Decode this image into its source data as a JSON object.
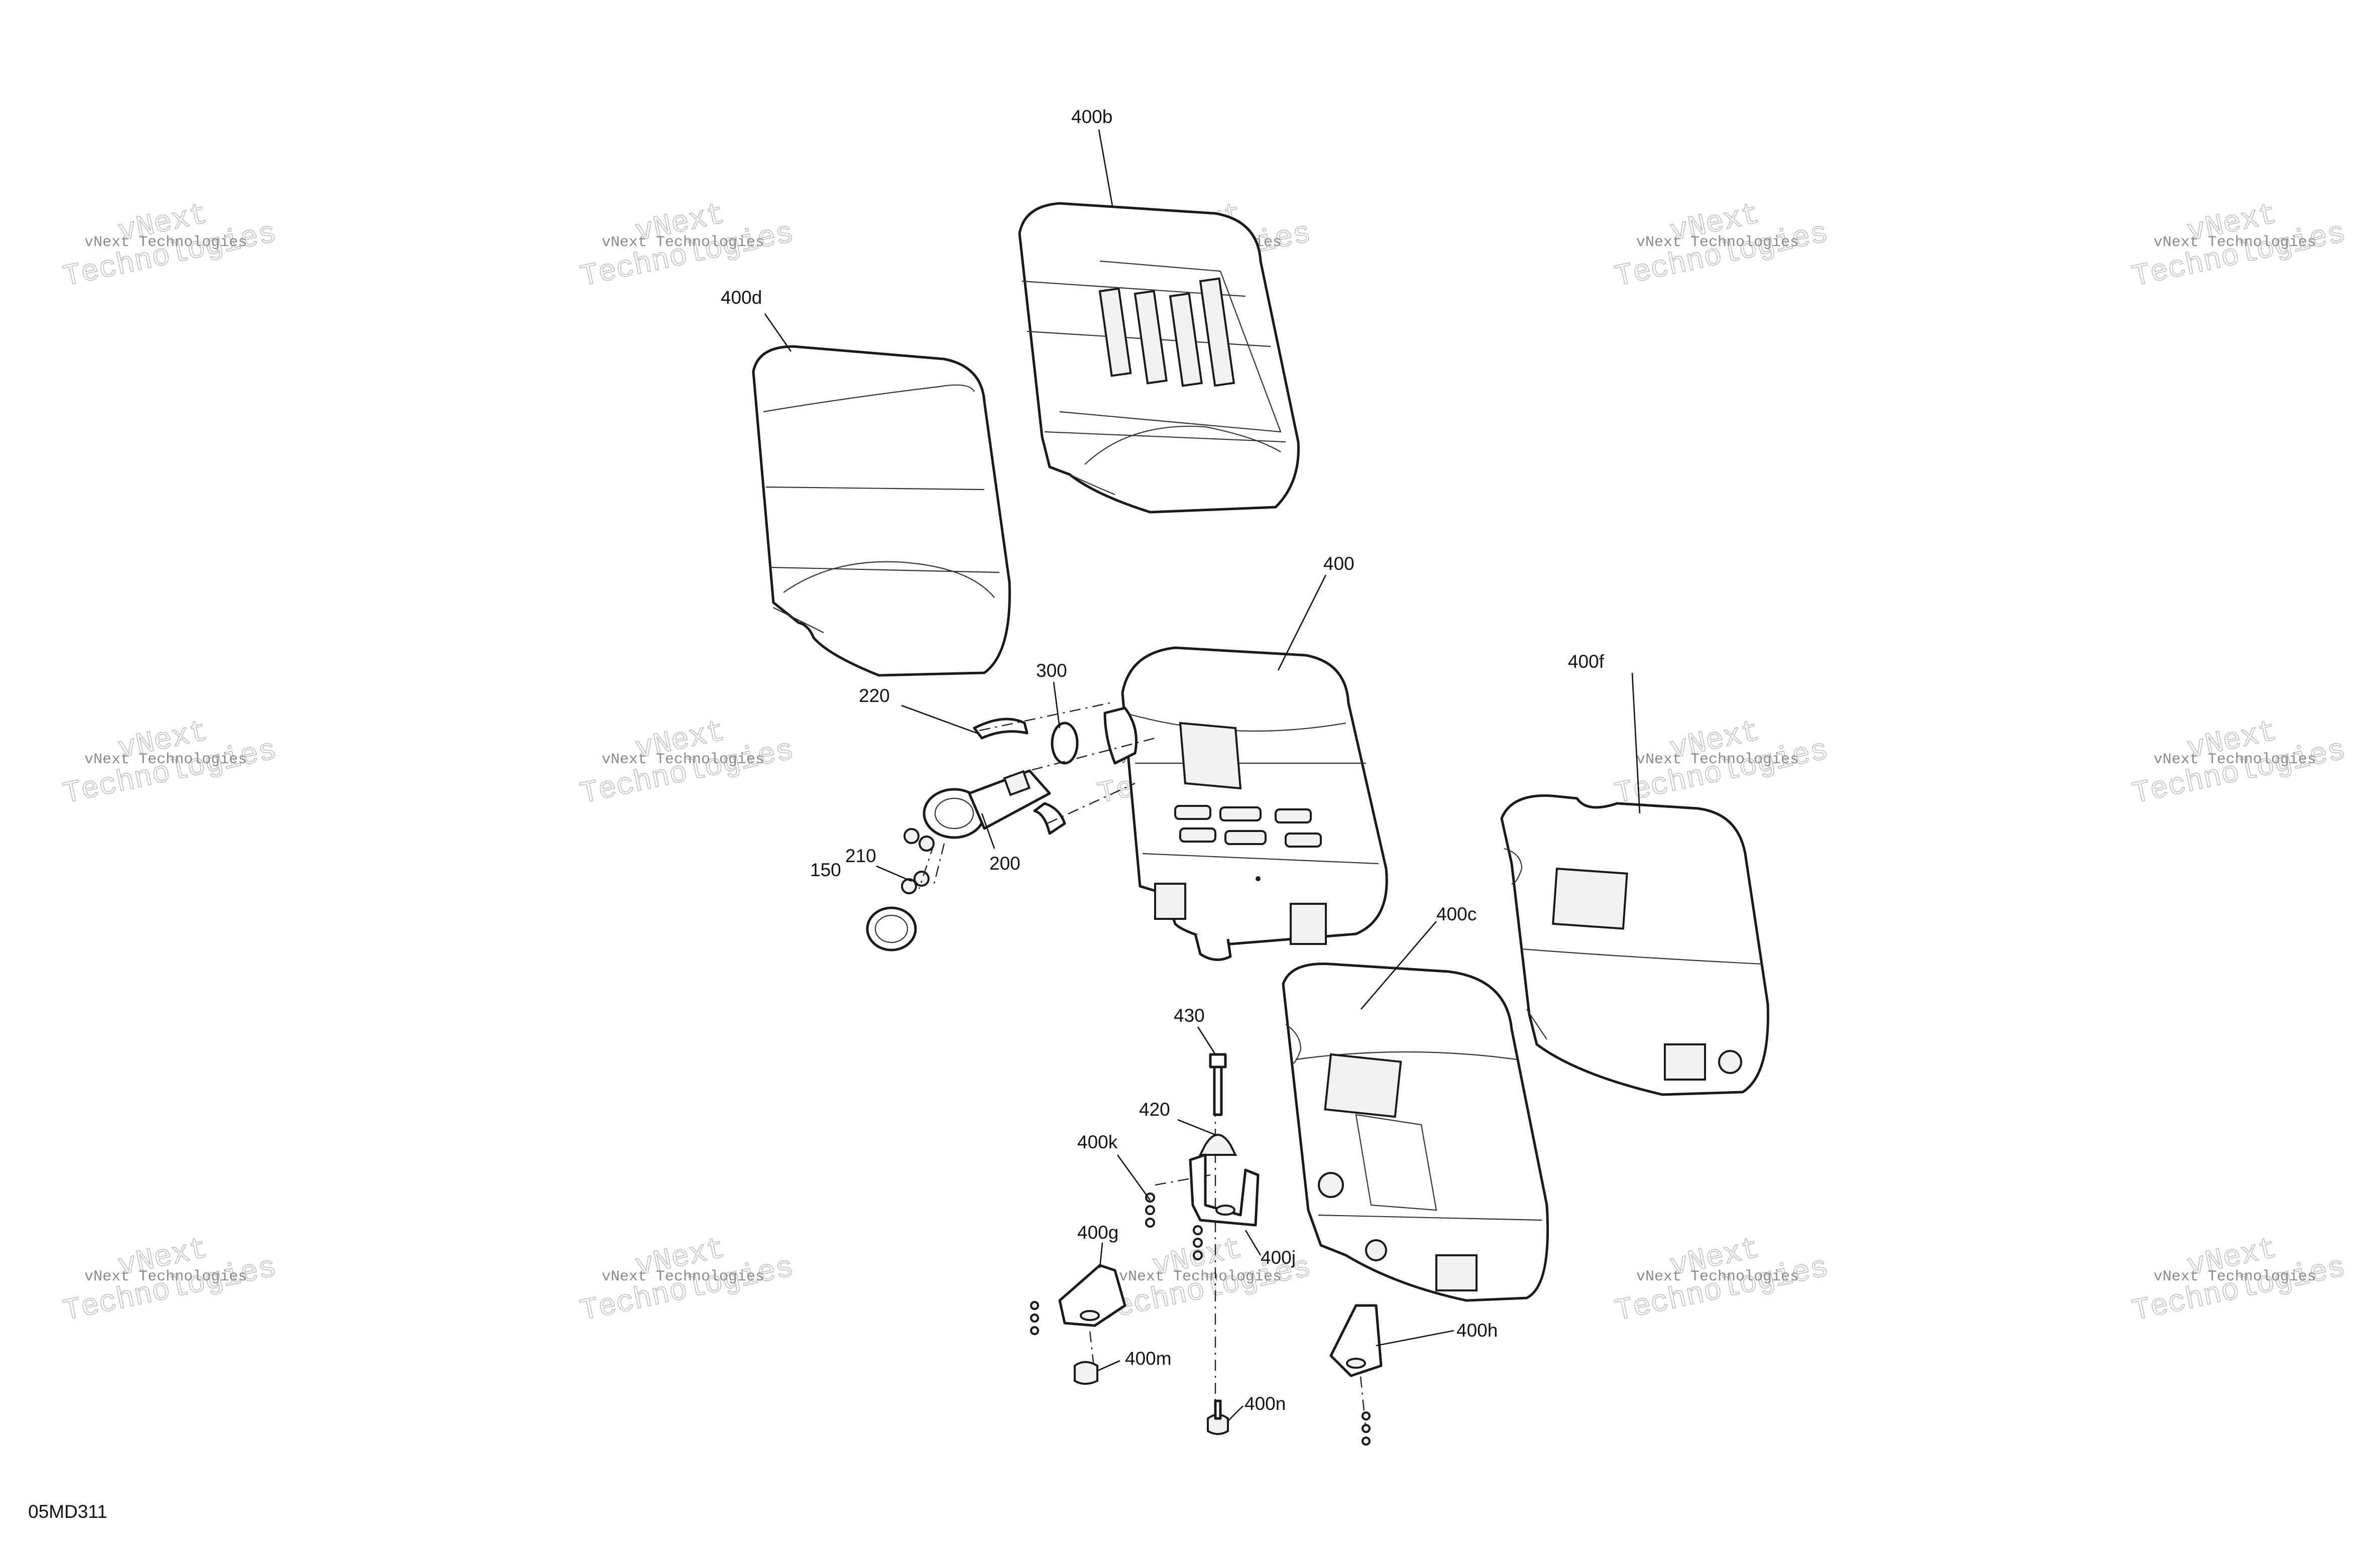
{
  "diagram": {
    "code": "05MD311",
    "watermark": {
      "line1": "vNext Technologies",
      "line2_a": "vNext",
      "line2_b": "Technologies"
    },
    "callouts": [
      {
        "id": "400b",
        "label": "400b"
      },
      {
        "id": "400d",
        "label": "400d"
      },
      {
        "id": "400",
        "label": "400"
      },
      {
        "id": "400f",
        "label": "400f"
      },
      {
        "id": "300",
        "label": "300"
      },
      {
        "id": "220",
        "label": "220"
      },
      {
        "id": "200",
        "label": "200"
      },
      {
        "id": "210",
        "label": "210"
      },
      {
        "id": "150",
        "label": "150"
      },
      {
        "id": "400c",
        "label": "400c"
      },
      {
        "id": "430",
        "label": "430"
      },
      {
        "id": "420",
        "label": "420"
      },
      {
        "id": "400k",
        "label": "400k"
      },
      {
        "id": "400g",
        "label": "400g"
      },
      {
        "id": "400j",
        "label": "400j"
      },
      {
        "id": "400h",
        "label": "400h"
      },
      {
        "id": "400m",
        "label": "400m"
      },
      {
        "id": "400n",
        "label": "400n"
      }
    ]
  }
}
